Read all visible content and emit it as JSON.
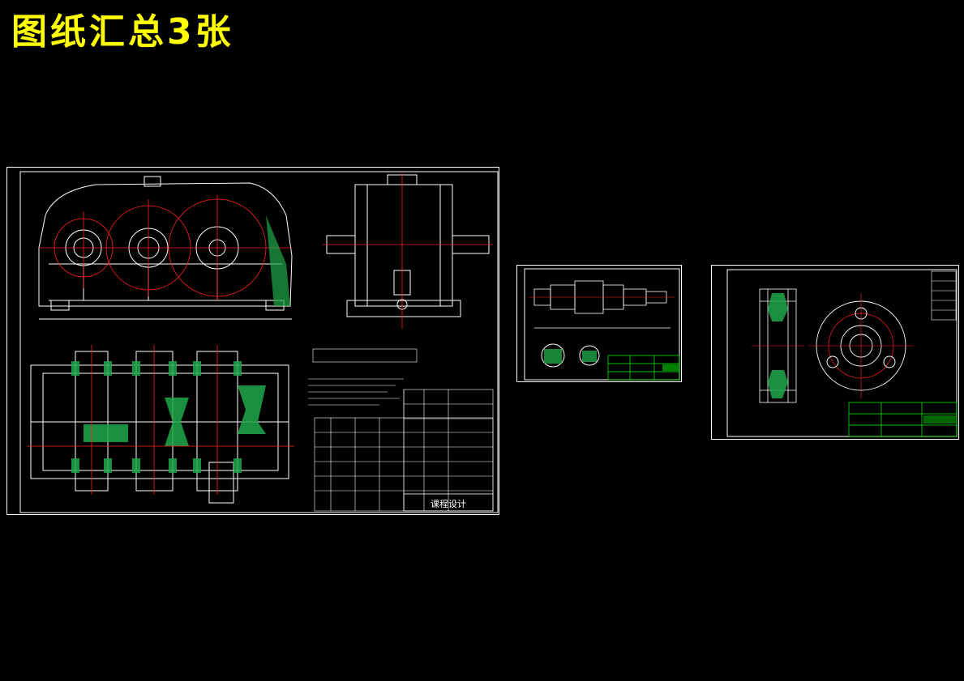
{
  "page": {
    "title": "图纸汇总3张"
  },
  "sheets": [
    {
      "id": "assembly",
      "title_block_name": "课程设计"
    },
    {
      "id": "shaft"
    },
    {
      "id": "gear"
    }
  ],
  "colors": {
    "background": "#000000",
    "title": "#ffff00",
    "line": "#ffffff",
    "center": "#ff2020",
    "hatch": "#1fa84a",
    "titleblock": "#00ff00"
  }
}
